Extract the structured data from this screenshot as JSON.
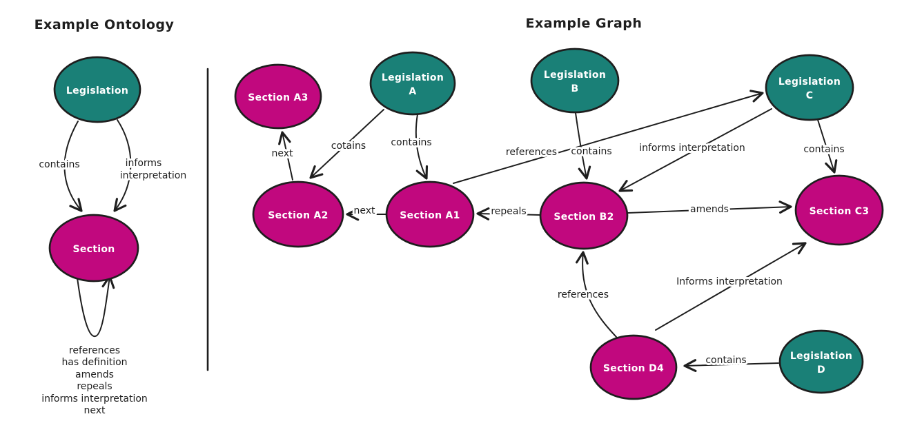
{
  "colors": {
    "legislation_fill": "#1a8077",
    "section_fill": "#c1087e",
    "stroke": "#1e1e1e",
    "node_text": "#ffffff",
    "background": "#ffffff"
  },
  "panels": {
    "ontology": {
      "title": "Example Ontology",
      "nodes": [
        {
          "id": "legislation",
          "type": "legislation",
          "label": "Legislation"
        },
        {
          "id": "section",
          "type": "section",
          "label": "Section"
        }
      ],
      "edges": [
        {
          "id": "contains",
          "from": "legislation",
          "to": "section",
          "label": "contains"
        },
        {
          "id": "informs-interpretation",
          "from": "legislation",
          "to": "section",
          "label_line1": "informs",
          "label_line2": "interpretation"
        },
        {
          "id": "self-loop",
          "from": "section",
          "to": "section",
          "labels": [
            "references",
            "has definition",
            "amends",
            "repeals",
            "informs interpretation",
            "next"
          ]
        }
      ]
    },
    "graph": {
      "title": "Example Graph",
      "nodes": [
        {
          "id": "section-a3",
          "type": "section",
          "label": "Section A3"
        },
        {
          "id": "legislation-a",
          "type": "legislation",
          "line1": "Legislation",
          "line2": "A"
        },
        {
          "id": "legislation-b",
          "type": "legislation",
          "line1": "Legislation",
          "line2": "B"
        },
        {
          "id": "legislation-c",
          "type": "legislation",
          "line1": "Legislation",
          "line2": "C"
        },
        {
          "id": "section-a2",
          "type": "section",
          "label": "Section A2"
        },
        {
          "id": "section-a1",
          "type": "section",
          "label": "Section A1"
        },
        {
          "id": "section-b2",
          "type": "section",
          "label": "Section B2"
        },
        {
          "id": "section-c3",
          "type": "section",
          "label": "Section C3"
        },
        {
          "id": "section-d4",
          "type": "section",
          "label": "Section D4"
        },
        {
          "id": "legislation-d",
          "type": "legislation",
          "line1": "Legislation",
          "line2": "D"
        }
      ],
      "edges": [
        {
          "id": "a2-next-a3",
          "from": "section-a2",
          "to": "section-a3",
          "label": "next"
        },
        {
          "id": "lega-cotains-a2",
          "from": "legislation-a",
          "to": "section-a2",
          "label": "cotains"
        },
        {
          "id": "lega-contains-a1",
          "from": "legislation-a",
          "to": "section-a1",
          "label": "contains"
        },
        {
          "id": "a1-next-a2",
          "from": "section-a1",
          "to": "section-a2",
          "label": "next"
        },
        {
          "id": "b2-repeals-a1",
          "from": "section-b2",
          "to": "section-a1",
          "label": "repeals"
        },
        {
          "id": "a1-references-legc",
          "from": "section-a1",
          "to": "legislation-c",
          "label": "references"
        },
        {
          "id": "legb-contains-b2",
          "from": "legislation-b",
          "to": "section-b2",
          "label": "contains"
        },
        {
          "id": "legc-informs-b2",
          "from": "legislation-c",
          "to": "section-b2",
          "label": "informs interpretation"
        },
        {
          "id": "b2-amends-c3",
          "from": "section-b2",
          "to": "section-c3",
          "label": "amends"
        },
        {
          "id": "legc-contains-c3",
          "from": "legislation-c",
          "to": "section-c3",
          "label": "contains"
        },
        {
          "id": "d4-references-b2",
          "from": "section-d4",
          "to": "section-b2",
          "label": "references"
        },
        {
          "id": "d4-informs-c3",
          "from": "section-d4",
          "to": "section-c3",
          "label": "Informs interpretation"
        },
        {
          "id": "legd-contains-d4",
          "from": "legislation-d",
          "to": "section-d4",
          "label": "contains"
        }
      ]
    }
  }
}
